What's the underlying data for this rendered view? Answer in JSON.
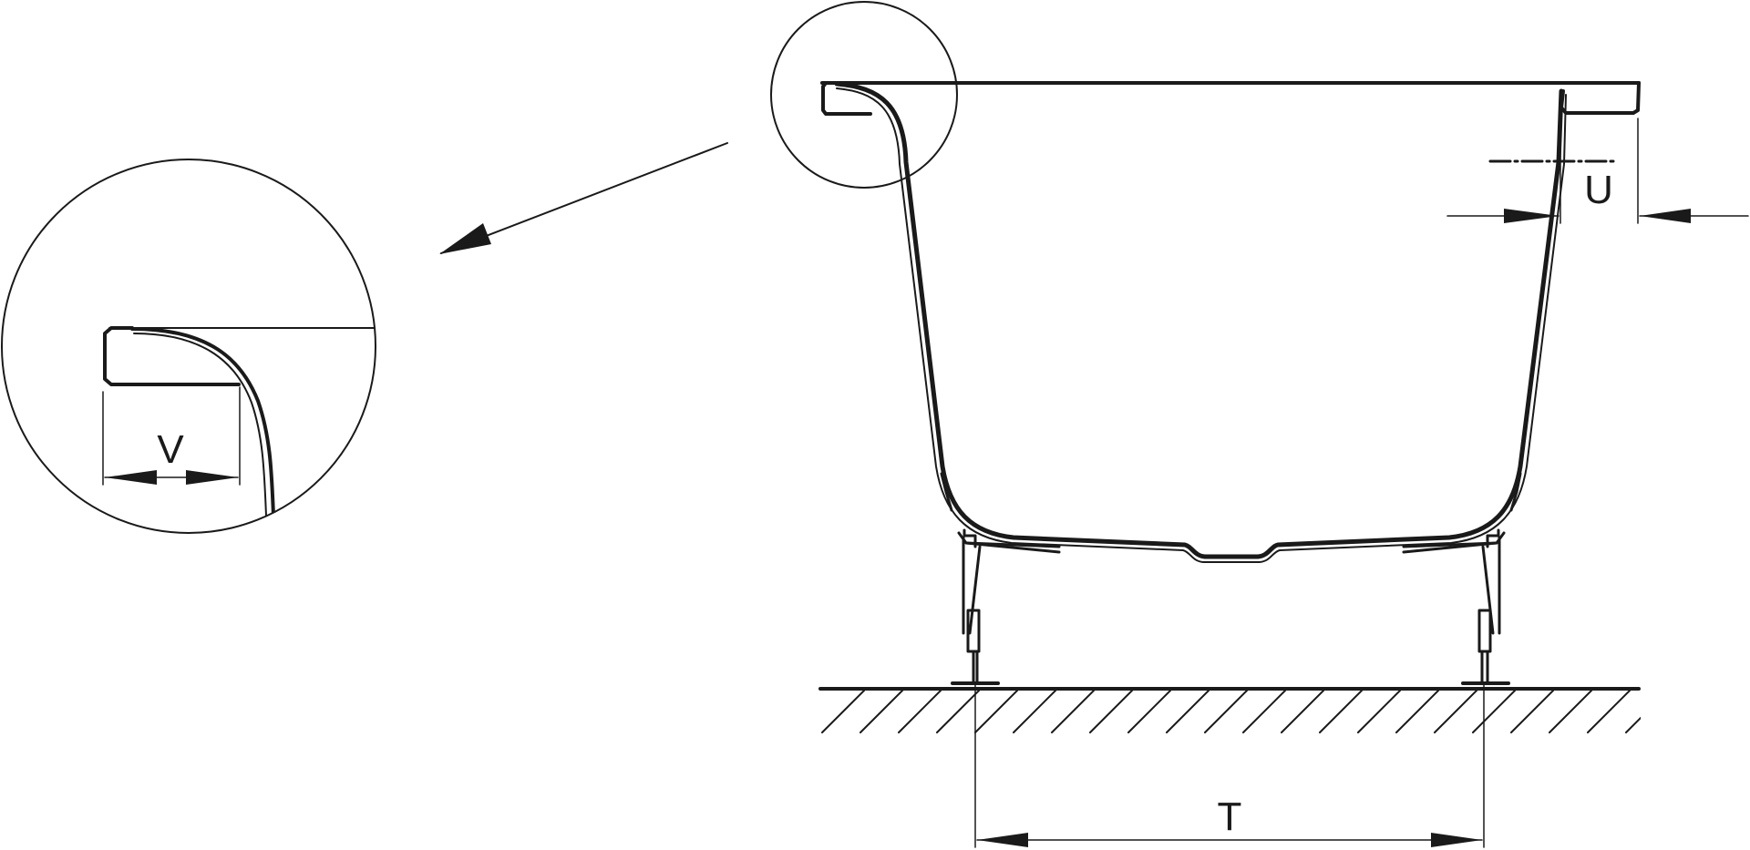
{
  "diagram": {
    "labels": {
      "V": "V",
      "U": "U",
      "T": "T"
    },
    "colors": {
      "stroke": "#1a1a1a",
      "background": "#ffffff"
    }
  }
}
